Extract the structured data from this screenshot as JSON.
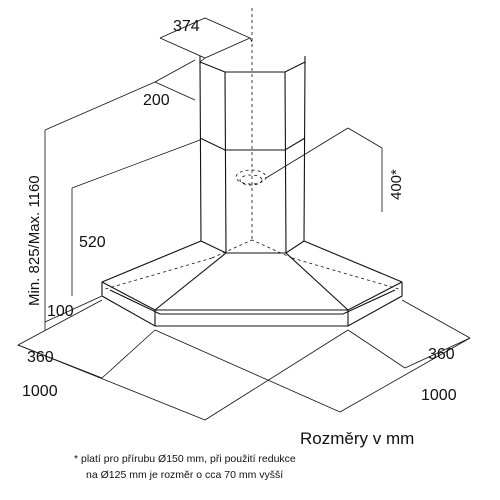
{
  "dimensions": {
    "top_width": "374",
    "top_depth": "200",
    "height_range": "Min. 825/Max. 1160",
    "chimney_lower": "520",
    "canopy_height": "100",
    "outlet_offset": "400*",
    "side_left": "360",
    "side_right": "360",
    "width_left": "1000",
    "width_right": "1000"
  },
  "caption": "Rozměry v mm",
  "footnote": {
    "line1": "* platí pro přírubu Ø150 mm, při použití redukce",
    "line2": "na Ø125 mm je rozměr o cca 70 mm vyšší"
  }
}
